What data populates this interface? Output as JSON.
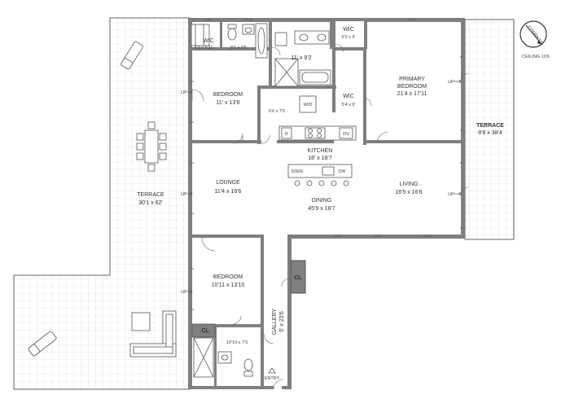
{
  "rooms": {
    "bedroom1": {
      "name": "BEDROOM",
      "dim": "11' x 13'8"
    },
    "wic1": {
      "name": "WIC",
      "dim": "4'3 x 5'11"
    },
    "bath1": {
      "dim": "8'1 x 5'5"
    },
    "bath2": {
      "dim": "11' x 9'2"
    },
    "wic2": {
      "name": "WIC",
      "dim": "5'3 x 4'"
    },
    "primary": {
      "name1": "PRIMARY",
      "name2": "BEDROOM",
      "dim": "21'4 x 17'11"
    },
    "wic3": {
      "name": "WIC",
      "dim": "5'4 x 9'"
    },
    "laundry": {
      "dim": "6'6 x 7'6",
      "wd": "W/D"
    },
    "kitchen": {
      "name": "KITCHEN",
      "dim": "18' x 18'7",
      "r": "R",
      "ov": "OV",
      "sink": "S/W/E",
      "dw": "DW"
    },
    "lounge": {
      "name": "LOUNGE",
      "dim": "11'4 x 16'6"
    },
    "living": {
      "name": "LIVING",
      "dim": "16'5 x 16'6"
    },
    "dining": {
      "name": "DINING",
      "dim": "45'9 x 18'7"
    },
    "terrace_w": {
      "name": "TERRACE",
      "dim": "30'1 x 62'"
    },
    "terrace_e": {
      "name": "TERRACE",
      "dim": "8'8 x 38'4"
    },
    "bedroom2": {
      "name": "BEDROOM",
      "dim": "10'11 x 13'10"
    },
    "bath3": {
      "dim": "10'10 x 7'3"
    },
    "gallery": {
      "name": "GALLERY",
      "dim": "5' x 23'6"
    },
    "cl1": {
      "name": "CL"
    },
    "cl2": {
      "name": "CL"
    }
  },
  "labels": {
    "up": "UP",
    "entry": "ENTRY",
    "ceiling": "CEILING 10'6"
  },
  "compass": {
    "text": "COMPASS"
  },
  "colors": {
    "wall": "#7f7f7f",
    "grid": "#d5d5d5",
    "line": "#555555"
  }
}
